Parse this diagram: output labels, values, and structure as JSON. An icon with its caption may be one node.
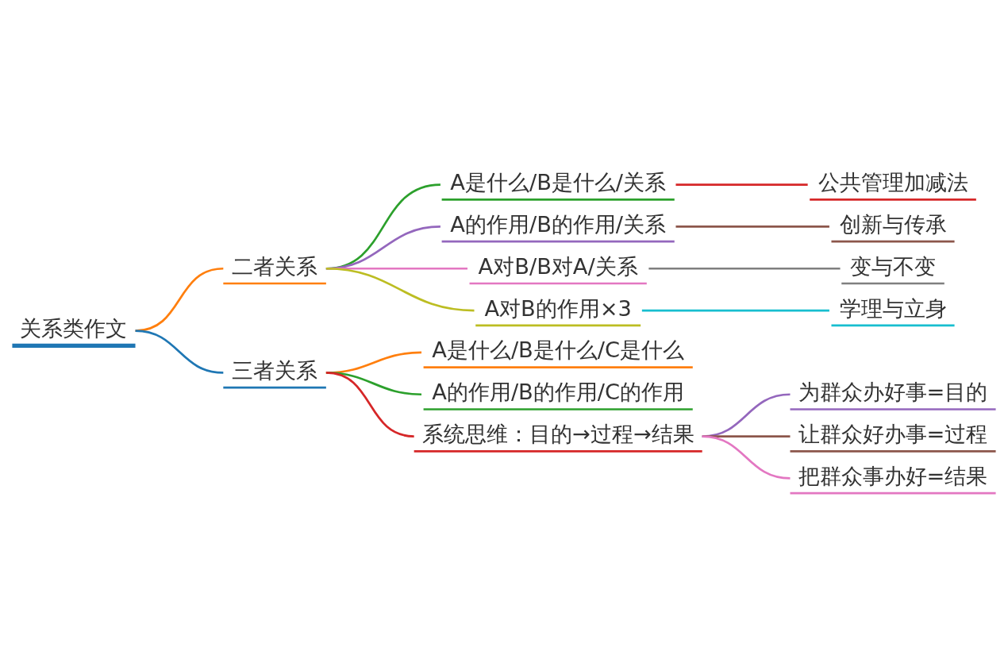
{
  "diagram": {
    "nodes": [
      {
        "text": [
          "关系类作文"
        ]
      },
      {
        "text": [
          "二者关系"
        ]
      },
      {
        "text": [
          "A是什么/B是什么/关系"
        ]
      },
      {
        "text": [
          "公共管理加减法"
        ]
      },
      {
        "text": [
          "A的作用/B的作用/关系"
        ]
      },
      {
        "text": [
          "创新与传承"
        ]
      },
      {
        "text": [
          "A对B/B对A/关系"
        ]
      },
      {
        "text": [
          "变与不变"
        ]
      },
      {
        "text": [
          "A对B的作用×3"
        ]
      },
      {
        "text": [
          "学理与立身"
        ]
      },
      {
        "text": [
          "三者关系"
        ]
      },
      {
        "text": [
          "A是什么/B是什么/C是什么"
        ]
      },
      {
        "text": [
          "A的作用/B的作用/C的作用"
        ]
      },
      {
        "text": [
          "系统思维：目的→过程→结果"
        ]
      },
      {
        "text": [
          "为群众办好事=目的"
        ]
      },
      {
        "text": [
          "让群众好办事=过程"
        ]
      },
      {
        "text": [
          "把群众事办好=结果"
        ]
      }
    ],
    "edges": [
      {
        "from": 0,
        "to": 1,
        "arrow": "none",
        "color": "#ff7f0e"
      },
      {
        "from": 1,
        "to": 2,
        "arrow": "none",
        "color": "#2ca02c"
      },
      {
        "from": 2,
        "to": 3,
        "arrow": "none",
        "color": "#d62728"
      },
      {
        "from": 1,
        "to": 4,
        "arrow": "none",
        "color": "#9467bd"
      },
      {
        "from": 4,
        "to": 5,
        "arrow": "none",
        "color": "#8c564b"
      },
      {
        "from": 1,
        "to": 6,
        "arrow": "none",
        "color": "#e377c2"
      },
      {
        "from": 6,
        "to": 7,
        "arrow": "none",
        "color": "#7f7f7f"
      },
      {
        "from": 1,
        "to": 8,
        "arrow": "none",
        "color": "#bcbd22"
      },
      {
        "from": 8,
        "to": 9,
        "arrow": "none",
        "color": "#17becf"
      },
      {
        "from": 0,
        "to": 10,
        "arrow": "none",
        "color": "#1f77b4"
      },
      {
        "from": 10,
        "to": 11,
        "arrow": "none",
        "color": "#ff7f0e"
      },
      {
        "from": 10,
        "to": 12,
        "arrow": "none",
        "color": "#2ca02c"
      },
      {
        "from": 10,
        "to": 13,
        "arrow": "none",
        "color": "#d62728"
      },
      {
        "from": 13,
        "to": 14,
        "arrow": "none",
        "color": "#9467bd"
      },
      {
        "from": 13,
        "to": 15,
        "arrow": "none",
        "color": "#8c564b"
      },
      {
        "from": 13,
        "to": 16,
        "arrow": "none",
        "color": "#e377c2"
      }
    ]
  }
}
